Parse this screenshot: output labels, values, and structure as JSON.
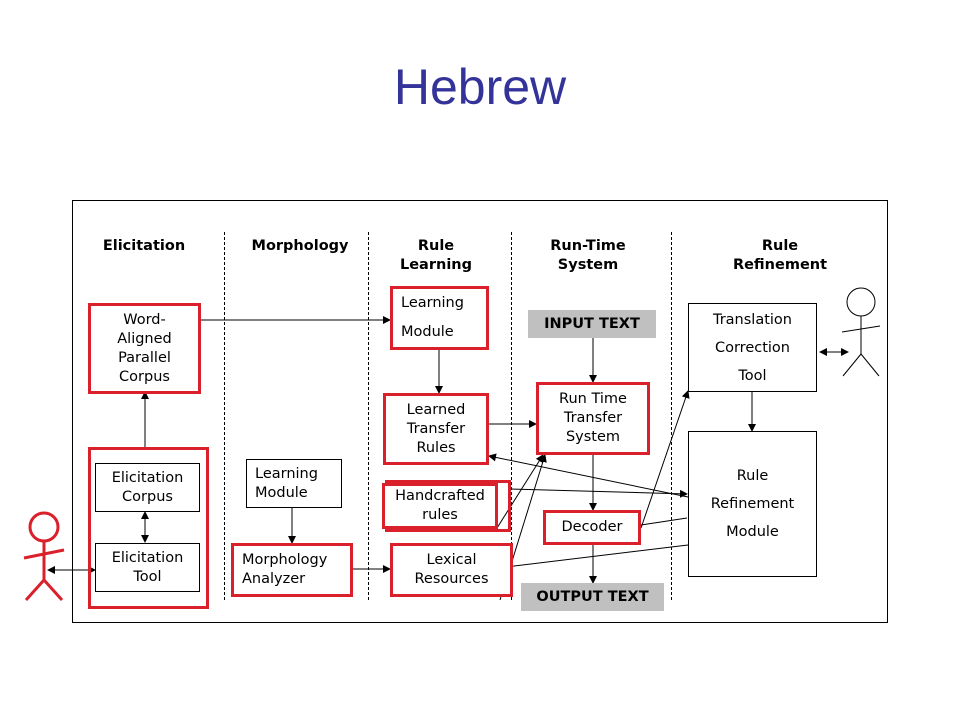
{
  "title": "Hebrew",
  "columns": {
    "elicitation": "Elicitation",
    "morphology": "Morphology",
    "rule_learning": [
      "Rule",
      "Learning"
    ],
    "runtime": [
      "Run-Time",
      "System"
    ],
    "refinement": [
      "Rule",
      "Refinement"
    ]
  },
  "boxes": {
    "word_aligned": [
      "Word-",
      "Aligned",
      "Parallel",
      "Corpus"
    ],
    "elicitation_corpus": [
      "Elicitation",
      "Corpus"
    ],
    "elicitation_tool": [
      "Elicitation",
      "Tool"
    ],
    "morph_learning_module": [
      "Learning",
      "Module"
    ],
    "morphology_analyzer": [
      "Morphology",
      "Analyzer"
    ],
    "learning_module": [
      "Learning",
      "Module"
    ],
    "learned_rules": [
      "Learned",
      "Transfer",
      "Rules"
    ],
    "handcrafted": [
      "Handcrafted",
      "rules"
    ],
    "lexical": [
      "Lexical",
      "Resources"
    ],
    "input_text": "INPUT TEXT",
    "runtime_system": [
      "Run Time",
      "Transfer",
      "System"
    ],
    "decoder": "Decoder",
    "output_text": "OUTPUT TEXT",
    "translation_tool": [
      "Translation",
      "Correction",
      "Tool"
    ],
    "rule_refinement": [
      "Rule",
      "Refinement",
      "Module"
    ]
  },
  "colors": {
    "title": "#333399",
    "highlight": "#d9202b",
    "label_bg": "#c0c0c0"
  }
}
